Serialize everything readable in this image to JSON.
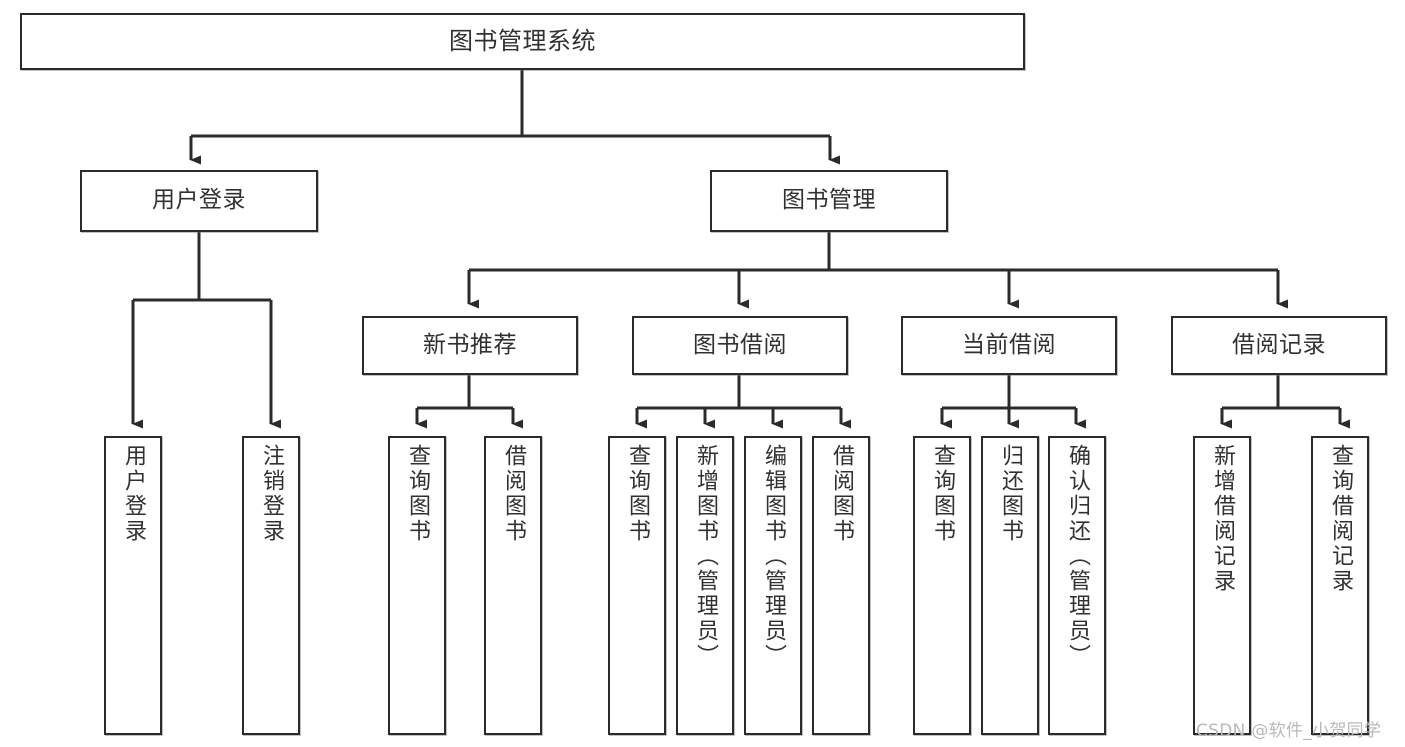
{
  "diagram": {
    "title": "图书管理系统",
    "type": "hierarchy-tree",
    "background": "#ffffff",
    "line_color": "#2b2b2b",
    "text_color": "#313131",
    "levels": {
      "root": {
        "label": "图书管理系统"
      },
      "level2": [
        {
          "id": "user-login",
          "label": "用户登录"
        },
        {
          "id": "book-management",
          "label": "图书管理"
        }
      ],
      "level3": [
        {
          "id": "new-book-recommend",
          "label": "新书推荐"
        },
        {
          "id": "book-borrow",
          "label": "图书借阅"
        },
        {
          "id": "current-borrow",
          "label": "当前借阅"
        },
        {
          "id": "borrow-record",
          "label": "借阅记录"
        }
      ],
      "level4": {
        "user_login_children": [
          {
            "id": "leaf-user-login",
            "label": "用户登录"
          },
          {
            "id": "leaf-logout-login",
            "label": "注销登录"
          }
        ],
        "new_book_children": [
          {
            "id": "leaf-query-book-1",
            "label": "查询图书"
          },
          {
            "id": "leaf-borrow-book-1",
            "label": "借阅图书"
          }
        ],
        "book_borrow_children": [
          {
            "id": "leaf-query-book-2",
            "label": "查询图书"
          },
          {
            "id": "leaf-add-book-admin",
            "label": "新增图书（管理员）"
          },
          {
            "id": "leaf-edit-book-admin",
            "label": "编辑图书（管理员）"
          },
          {
            "id": "leaf-borrow-book-2",
            "label": "借阅图书"
          }
        ],
        "current_borrow_children": [
          {
            "id": "leaf-query-book-3",
            "label": "查询图书"
          },
          {
            "id": "leaf-return-book",
            "label": "归还图书"
          },
          {
            "id": "leaf-confirm-return-admin",
            "label": "确认归还（管理员）"
          }
        ],
        "borrow_record_children": [
          {
            "id": "leaf-add-borrow-record",
            "label": "新增借阅记录"
          },
          {
            "id": "leaf-query-borrow-record",
            "label": "查询借阅记录"
          }
        ]
      }
    },
    "watermark": "CSDN @软件_小贺同学"
  }
}
